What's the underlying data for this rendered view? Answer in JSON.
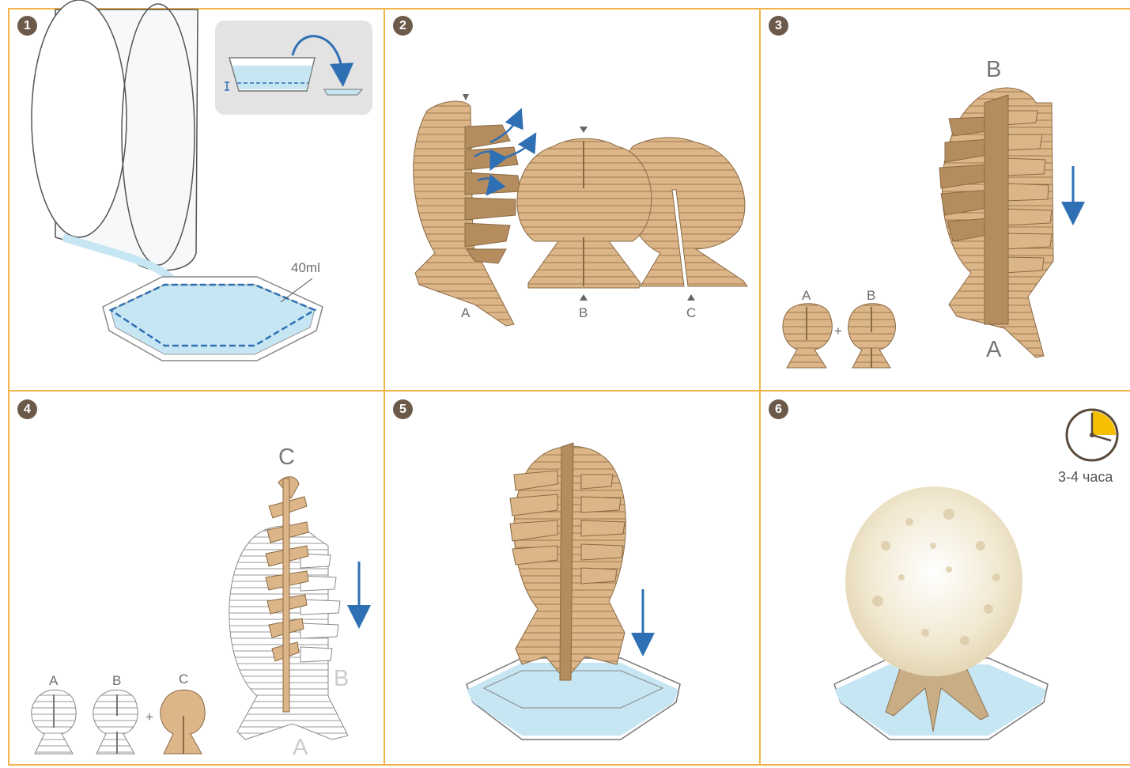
{
  "colors": {
    "border": "#f2b34a",
    "cardboard": "#dcb688",
    "cardboard_dark": "#b48c5e",
    "water": "#c6e6f3",
    "arrow_blue": "#2f6fb3",
    "step_badge": "#6b5a4a",
    "crystal": "#f3ecd8",
    "clock_fill": "#f6c000"
  },
  "steps": [
    {
      "number": "1",
      "volume_label": "40ml"
    },
    {
      "number": "2",
      "piece_labels": [
        "A",
        "B",
        "C"
      ]
    },
    {
      "number": "3",
      "top_label": "B",
      "bottom_label": "A",
      "mini_labels": [
        "A",
        "B"
      ],
      "plus": "+"
    },
    {
      "number": "4",
      "top_label": "C",
      "side_label": "B",
      "bottom_label": "A",
      "mini_labels": [
        "A",
        "B",
        "C"
      ],
      "plus": "+"
    },
    {
      "number": "5"
    },
    {
      "number": "6",
      "duration_label": "3-4 часа"
    }
  ],
  "icons": [
    "pour-icon",
    "arrow-icon",
    "clock-icon"
  ]
}
